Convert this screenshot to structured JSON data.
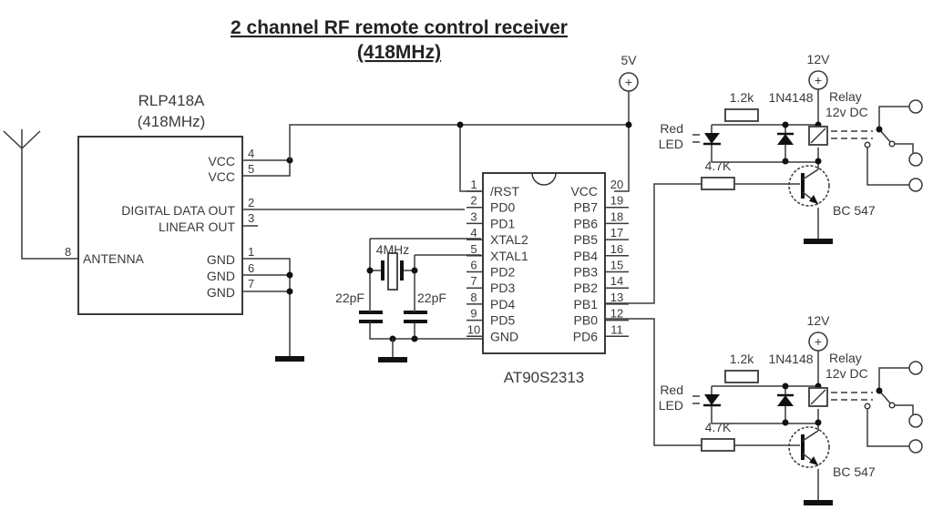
{
  "title": {
    "line1": "2 channel RF remote control receiver",
    "line2": "(418MHz)"
  },
  "receiver_module": {
    "name": "RLP418A",
    "freq": "(418MHz)",
    "pins": [
      {
        "num": "4",
        "label": "VCC"
      },
      {
        "num": "5",
        "label": "VCC"
      },
      {
        "num": "2",
        "label": "DIGITAL DATA OUT"
      },
      {
        "num": "3",
        "label": "LINEAR OUT"
      },
      {
        "num": "8",
        "label": "ANTENNA"
      },
      {
        "num": "1",
        "label": "GND"
      },
      {
        "num": "6",
        "label": "GND"
      },
      {
        "num": "7",
        "label": "GND"
      }
    ]
  },
  "mcu": {
    "name": "AT90S2313",
    "left_pins": [
      {
        "num": "1",
        "label": "/RST"
      },
      {
        "num": "2",
        "label": "PD0"
      },
      {
        "num": "3",
        "label": "PD1"
      },
      {
        "num": "4",
        "label": "XTAL2"
      },
      {
        "num": "5",
        "label": "XTAL1"
      },
      {
        "num": "6",
        "label": "PD2"
      },
      {
        "num": "7",
        "label": "PD3"
      },
      {
        "num": "8",
        "label": "PD4"
      },
      {
        "num": "9",
        "label": "PD5"
      },
      {
        "num": "10",
        "label": "GND"
      }
    ],
    "right_pins": [
      {
        "num": "20",
        "label": "VCC"
      },
      {
        "num": "19",
        "label": "PB7"
      },
      {
        "num": "18",
        "label": "PB6"
      },
      {
        "num": "17",
        "label": "PB5"
      },
      {
        "num": "16",
        "label": "PB4"
      },
      {
        "num": "15",
        "label": "PB3"
      },
      {
        "num": "14",
        "label": "PB2"
      },
      {
        "num": "13",
        "label": "PB1"
      },
      {
        "num": "12",
        "label": "PB0"
      },
      {
        "num": "11",
        "label": "PD6"
      }
    ]
  },
  "crystal": {
    "label": "4MHz",
    "cap_left": "22pF",
    "cap_right": "22pF"
  },
  "supply_5v": "5V",
  "channels": [
    {
      "supply": "12V",
      "led_label_1": "Red",
      "led_label_2": "LED",
      "led_resistor": "1.2k",
      "diode": "1N4148",
      "relay_label_1": "Relay",
      "relay_label_2": "12v DC",
      "base_resistor": "4.7K",
      "transistor": "BC 547"
    },
    {
      "supply": "12V",
      "led_label_1": "Red",
      "led_label_2": "LED",
      "led_resistor": "1.2k",
      "diode": "1N4148",
      "relay_label_1": "Relay",
      "relay_label_2": "12v DC",
      "base_resistor": "4.7K",
      "transistor": "BC 547"
    }
  ],
  "plus_symbol": "+"
}
